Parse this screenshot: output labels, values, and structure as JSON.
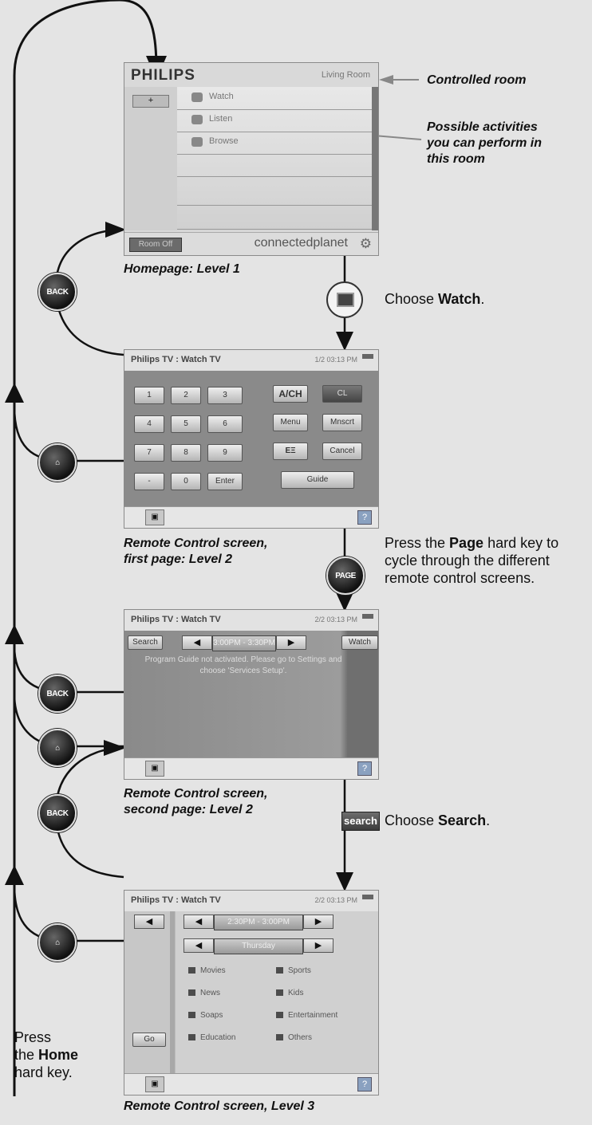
{
  "annotations": {
    "controlled_room": "Controlled room",
    "possible_activities": "Possible activities\nyou can perform in\nthis room"
  },
  "captions": {
    "level1": "Homepage: Level 1",
    "level2_first": "Remote Control screen,\nfirst page: Level 2",
    "level2_second": "Remote Control screen,\nsecond page: Level 2",
    "level3": "Remote Control screen, Level 3"
  },
  "instructions": {
    "choose_watch_prefix": "Choose ",
    "choose_watch_bold": "Watch",
    "choose_watch_suffix": ".",
    "page_prefix": "Press the ",
    "page_bold": "Page",
    "page_suffix": " hard key to\ncycle through the different\nremote control screens.",
    "choose_search_prefix": "Choose ",
    "choose_search_bold": "Search",
    "choose_search_suffix": ".",
    "home_line1": "Press",
    "home_line2_prefix": "the ",
    "home_line2_bold": "Home",
    "home_line3": "hard key."
  },
  "hard_keys": {
    "back": "BACK",
    "page": "PAGE",
    "search": "search"
  },
  "screen_level1": {
    "logo": "PHILIPS",
    "room": "Living Room",
    "plus": "+",
    "activities": [
      "Watch",
      "Listen",
      "Browse"
    ],
    "room_off": "Room Off",
    "brand": "connectedplanet",
    "gear": "⚙"
  },
  "screen_level2a": {
    "title": "Philips TV : Watch TV",
    "meta": "1/2   03:13 PM",
    "keypad": [
      "1",
      "2",
      "3",
      "4",
      "5",
      "6",
      "7",
      "8",
      "9",
      "-",
      "0",
      "Enter"
    ],
    "side_buttons": [
      "A/CH",
      "CL",
      "Menu",
      "Mnscrt",
      "ΕΞ",
      "Cancel"
    ],
    "guide": "Guide",
    "help": "?"
  },
  "screen_level2b": {
    "title": "Philips TV : Watch TV",
    "meta": "2/2   03:13 PM",
    "search": "Search",
    "time": "3:00PM - 3:30PM",
    "watch": "Watch",
    "message": "Program Guide not activated. Please go to Settings and choose 'Services Setup'.",
    "help": "?"
  },
  "screen_level3": {
    "title": "Philips TV : Watch TV",
    "meta": "2/2   03:13 PM",
    "time": "2:30PM - 3:00PM",
    "day": "Thursday",
    "categories": [
      "Movies",
      "Sports",
      "News",
      "Kids",
      "Soaps",
      "Entertainment",
      "Education",
      "Others"
    ],
    "go": "Go",
    "help": "?"
  }
}
